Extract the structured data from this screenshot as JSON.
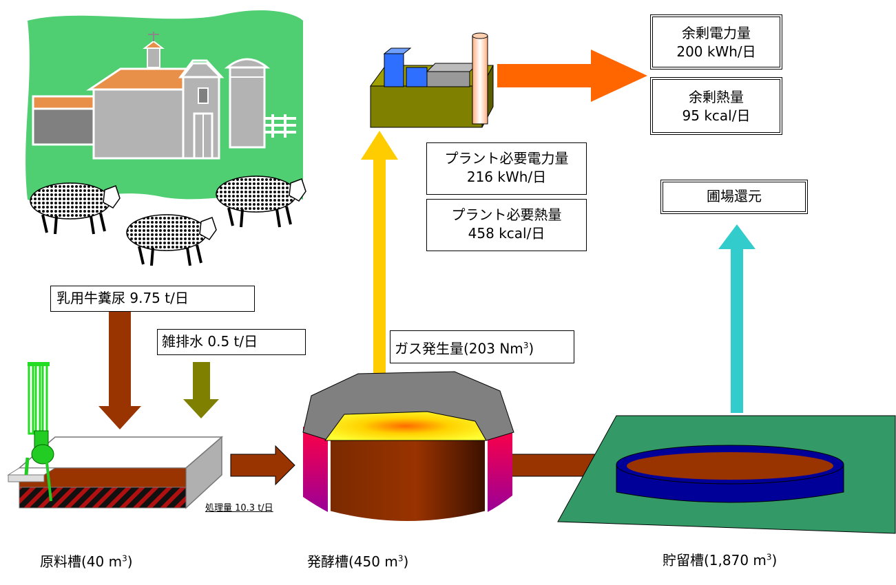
{
  "boxes": {
    "surplus_power": {
      "title": "余剰電力量",
      "value": "200 kWh/日"
    },
    "surplus_heat": {
      "title": "余剰熱量",
      "value": "95 kcal/日"
    },
    "plant_power": {
      "title": "プラント必要電力量",
      "value": "216 kWh/日"
    },
    "plant_heat": {
      "title": "プラント必要熱量",
      "value": "458 kcal/日"
    },
    "field_return": "圃場還元",
    "manure": "乳用牛糞尿 9.75 t/日",
    "wastewater": "雑排水 0.5 t/日",
    "gas": {
      "text": "ガス発生量(203 Nm",
      "sup": "3",
      "close": ")"
    }
  },
  "labels": {
    "processing": "処理量 10.3 t/日",
    "raw_tank": {
      "name": "原料槽(40 m",
      "sup": "3",
      "close": ")"
    },
    "fermenter": {
      "name": "発酵槽(450 m",
      "sup": "3",
      "close": ")"
    },
    "storage": {
      "name": "貯留槽(1,870 m",
      "sup": "3",
      "close": ")"
    }
  },
  "colors": {
    "green_field": "#4fce72",
    "arrow_orange": "#ff6600",
    "arrow_yellow": "#ffcc00",
    "arrow_cyan": "#33cccc",
    "arrow_brown": "#993300",
    "arrow_olive": "#7f7f00",
    "plant_base": "#7f7f00",
    "storage_blue": "#000099",
    "storage_ground": "#339966"
  },
  "icons": [
    "barn-icon",
    "silo-icon",
    "cow-icon",
    "generator-plant-icon",
    "pump-icon"
  ]
}
